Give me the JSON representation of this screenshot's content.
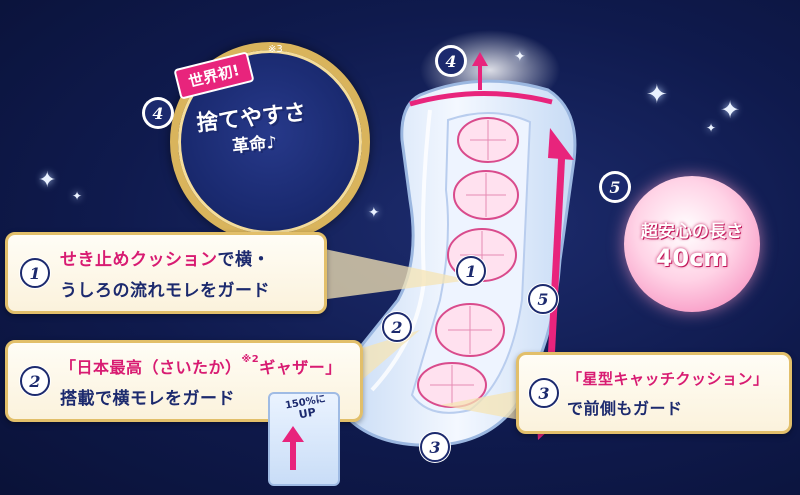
{
  "badge": {
    "tag": "世界初!",
    "note": "※3",
    "line1": "捨てやすさ",
    "line2": "革命♪"
  },
  "callouts": [
    {
      "num": "1",
      "pink": "せき止めクッション",
      "navy_after": "で横・",
      "line2": "うしろの流れモレをガード"
    },
    {
      "num": "2",
      "line1_a": "「日本最高（さいたか）",
      "sup": "※2",
      "line1_b": "ギャザー」",
      "line2": "搭載で横モレをガード"
    },
    {
      "num": "3",
      "line1": "「星型キャッチクッション」",
      "line2": "で前側もガード"
    }
  ],
  "length_badge": {
    "line1": "超安心の長さ",
    "line2": "40cm"
  },
  "up_badge": {
    "line1": "150%に",
    "line2": "UP"
  },
  "markers": {
    "m1": "1",
    "m2": "2",
    "m3": "3",
    "m4a": "4",
    "m4b": "4",
    "m5a": "5",
    "m5b": "5"
  },
  "colors": {
    "pink_accent": "#d81b72",
    "navy": "#1c2a6e",
    "gold": "#e2bf6a",
    "background": "#0f1a4d"
  }
}
